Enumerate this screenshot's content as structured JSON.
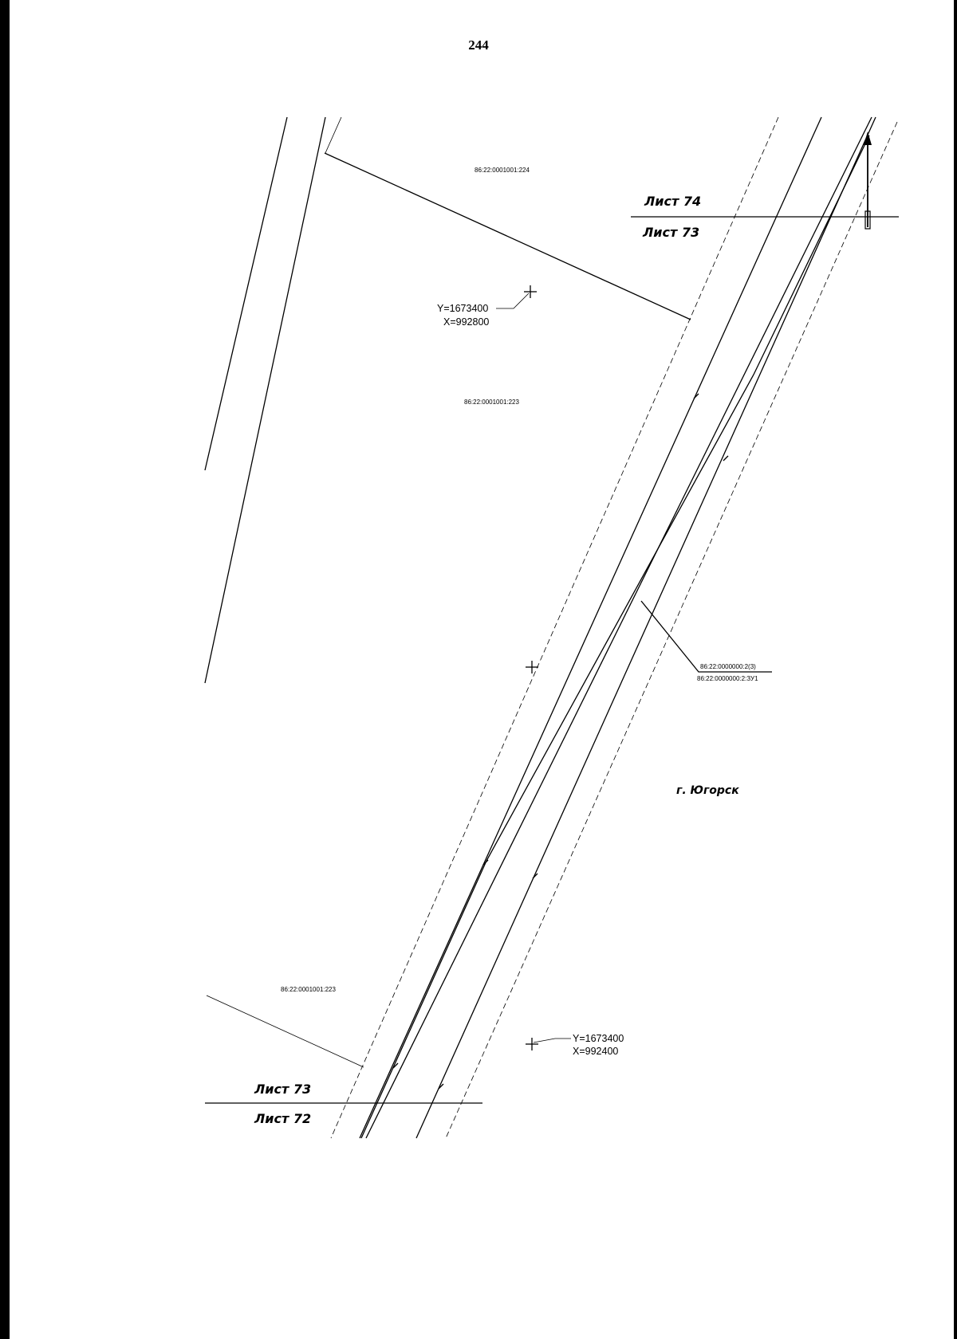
{
  "page": {
    "number": "244"
  },
  "sheets": {
    "top_upper": "Лист 74",
    "top_lower": "Лист 73",
    "bottom_upper": "Лист 73",
    "bottom_lower": "Лист 72"
  },
  "parcels": {
    "parcel_224": "86:22:0001001:224",
    "parcel_223_center": "86:22:0001001:223",
    "parcel_223_bottom": "86:22:0001001:223",
    "callout_line1": "86:22:0000000:2(3)",
    "callout_line2": "86:22:0000000:2:ЗУ1"
  },
  "coordinates": {
    "upper_y": "Y=1673400",
    "upper_x": "X=992800",
    "lower_y": "Y=1673400",
    "lower_x": "X=992400"
  },
  "city": {
    "name": "г. Югорск"
  },
  "colors": {
    "line": "#000000",
    "background": "#ffffff"
  }
}
